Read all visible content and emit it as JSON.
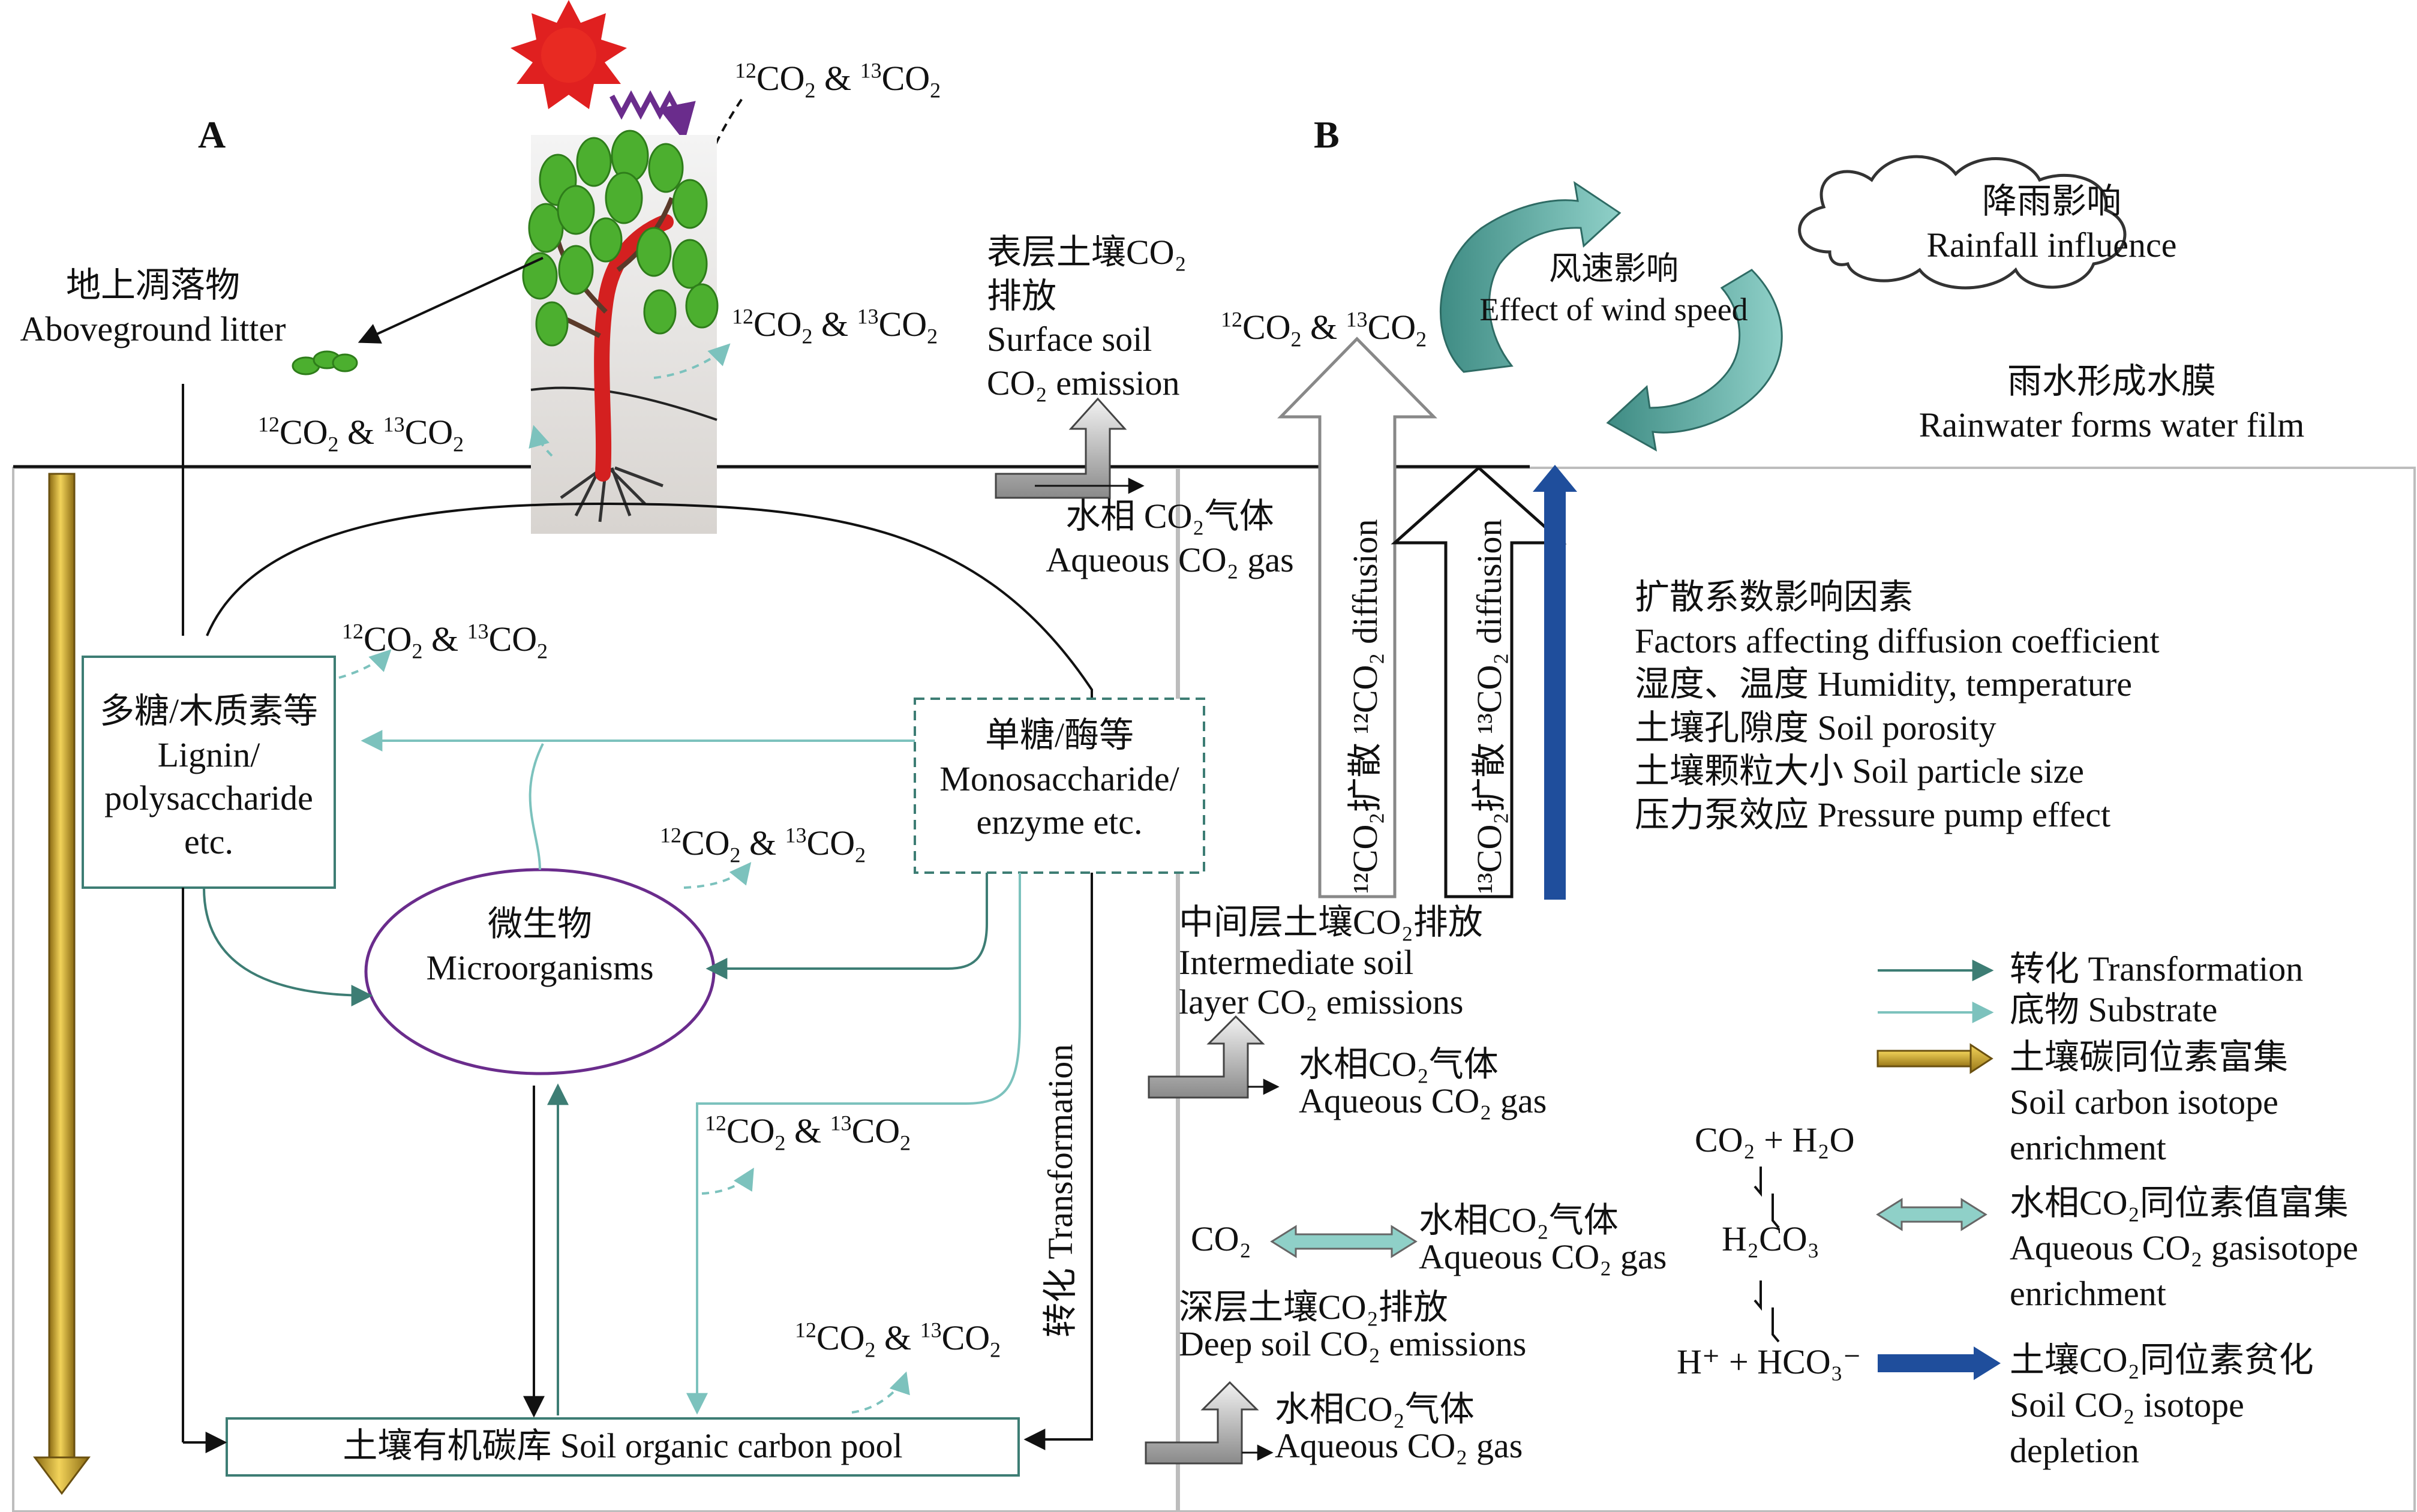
{
  "panels": {
    "a": "A",
    "b": "B"
  },
  "co2_pair": "CO₂ & CO₂",
  "co2_pair_sup": [
    "12",
    "13"
  ],
  "aboveground_litter": {
    "zh": "地上凋落物",
    "en": "Aboveground litter"
  },
  "surface_emission": {
    "zh": "表层土壤CO₂",
    "zh2": "排放",
    "en1": "Surface soil",
    "en2": "CO₂ emission"
  },
  "aqueous_top": {
    "zh": "水相 CO₂气体",
    "en": "Aqueous CO₂ gas"
  },
  "lignin": {
    "zh": "多糖/木质素等",
    "en1": "Lignin/",
    "en2": "polysaccharide",
    "en3": "etc."
  },
  "monosaccharide": {
    "zh": "单糖/酶等",
    "en1": "Monosaccharide/",
    "en2": "enzyme etc."
  },
  "microorganisms": {
    "zh": "微生物",
    "en": "Microorganisms"
  },
  "soc_pool": "土壤有机碳库 Soil organic carbon pool",
  "transformation_vertical": "转化 Transformation",
  "diffusion_12": "¹²CO₂扩散 ¹²CO₂ diffusion",
  "diffusion_13": "¹³CO₂扩散 ¹³CO₂ diffusion",
  "wind": {
    "zh": "风速影响",
    "en": "Effect of wind speed"
  },
  "rain": {
    "zh": "降雨影响",
    "en": "Rainfall influence"
  },
  "water_film": {
    "zh": "雨水形成水膜",
    "en": "Rainwater forms water film"
  },
  "factors": {
    "title_zh": "扩散系数影响因素",
    "title_en": "Factors affecting diffusion coefficient",
    "items": [
      "湿度、温度 Humidity, temperature",
      "土壤孔隙度 Soil porosity",
      "土壤颗粒大小 Soil particle size",
      "压力泵效应 Pressure pump effect"
    ]
  },
  "intermediate": {
    "zh": "中间层土壤CO₂排放",
    "en1": "Intermediate soil",
    "en2": "layer CO₂ emissions"
  },
  "aqueous_mid": {
    "zh": "水相CO₂气体",
    "en": "Aqueous CO₂ gas"
  },
  "co2_equilibrium": {
    "left": "CO₂",
    "zh": "水相CO₂气体",
    "en": "Aqueous CO₂ gas"
  },
  "deep": {
    "zh": "深层土壤CO₂排放",
    "en": "Deep soil CO₂ emissions"
  },
  "aqueous_bottom": {
    "zh": "水相CO₂气体",
    "en": "Aqueous CO₂ gas"
  },
  "chemistry": {
    "eq1": "CO₂ + H₂O",
    "eq2": "H₂CO₃",
    "eq3": "H⁺ + HCO₃⁻"
  },
  "legend": {
    "transformation": "转化 Transformation",
    "substrate": "底物 Substrate",
    "enrich_zh": "土壤碳同位素富集",
    "enrich_en1": "Soil carbon isotope",
    "enrich_en2": "enrichment",
    "aq_zh": "水相CO₂同位素值富集",
    "aq_en1": "Aqueous CO₂ gasisotope",
    "aq_en2": "enrichment",
    "depl_zh": "土壤CO₂同位素贫化",
    "depl_en1": "Soil CO₂ isotope",
    "depl_en2": "depletion"
  },
  "colors": {
    "transformation": "#3d7d74",
    "substrate": "#7cc2bd",
    "gold": "#c9a227",
    "blue": "#1f4e9c",
    "sun": "#e02020",
    "leaf": "#4caf2f",
    "trunk": "#d42020"
  }
}
